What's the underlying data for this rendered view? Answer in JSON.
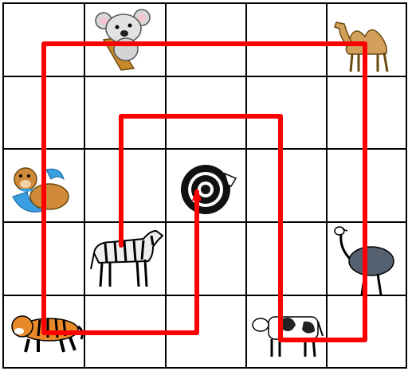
{
  "grid": {
    "rows": 5,
    "cols": 5
  },
  "colors": {
    "grid_line": "#000000",
    "path_line": "#ff0000",
    "background": "#ffffff"
  },
  "animals": [
    {
      "name": "koala",
      "icon": "koala-icon",
      "row": 0,
      "col": 1
    },
    {
      "name": "camel",
      "icon": "camel-icon",
      "row": 0,
      "col": 4
    },
    {
      "name": "otter",
      "icon": "otter-icon",
      "row": 2,
      "col": 0
    },
    {
      "name": "snail",
      "icon": "snail-icon",
      "row": 2,
      "col": 2
    },
    {
      "name": "zebra",
      "icon": "zebra-icon",
      "row": 3,
      "col": 1
    },
    {
      "name": "ostrich",
      "icon": "ostrich-icon",
      "row": 3,
      "col": 4
    },
    {
      "name": "tiger",
      "icon": "tiger-icon",
      "row": 4,
      "col": 0
    },
    {
      "name": "cow",
      "icon": "cow-icon",
      "row": 4,
      "col": 3
    }
  ]
}
